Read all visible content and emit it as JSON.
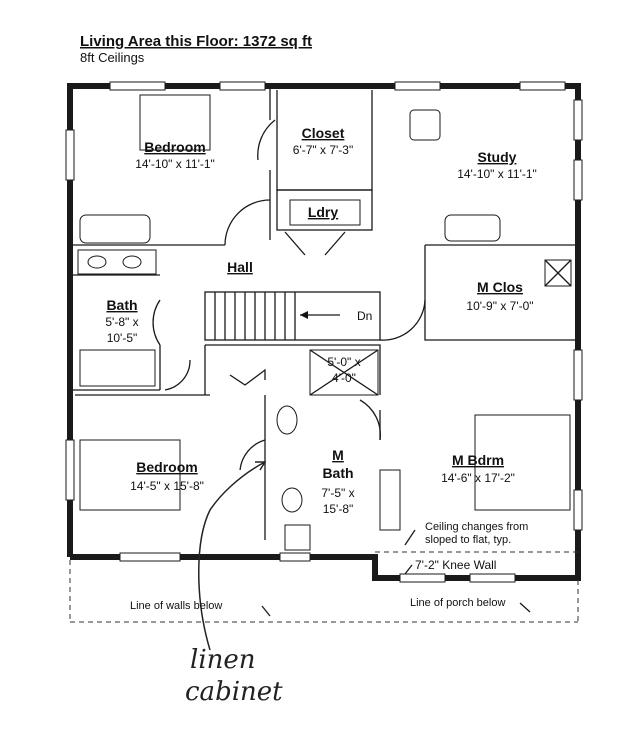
{
  "header": {
    "title": "Living Area this Floor: 1372 sq ft",
    "subtitle": "8ft Ceilings"
  },
  "rooms": {
    "bedroom1": {
      "name": "Bedroom",
      "size": "14'-10\" x 11'-1\""
    },
    "closet": {
      "name": "Closet",
      "size": "6'-7\" x 7'-3\""
    },
    "study": {
      "name": "Study",
      "size": "14'-10\" x 11'-1\""
    },
    "laundry": {
      "name": "Ldry"
    },
    "hall": {
      "name": "Hall"
    },
    "bath": {
      "name": "Bath",
      "size_line1": "5'-8\" x",
      "size_line2": "10'-5\""
    },
    "mclos": {
      "name": "M Clos",
      "size": "10'-9\" x 7'-0\""
    },
    "shower": {
      "size_line1": "5'-0\" x",
      "size_line2": "4'-0\""
    },
    "bedroom2": {
      "name": "Bedroom",
      "size": "14'-5\" x 15'-8\""
    },
    "mbath": {
      "name_line1": "M",
      "name_line2": "Bath",
      "size_line1": "7'-5\" x",
      "size_line2": "15'-8\""
    },
    "mbdrm": {
      "name": "M Bdrm",
      "size": "14'-6\" x 17'-2\""
    }
  },
  "stair": {
    "label": "Dn"
  },
  "notes": {
    "ceiling_line1": "Ceiling changes from",
    "ceiling_line2": "sloped to flat, typ.",
    "knee_wall": "7'-2\" Knee Wall",
    "walls_below": "Line of walls below",
    "porch_below": "Line of porch below"
  },
  "handwriting": {
    "line1": "linen",
    "line2": "cabinet"
  }
}
